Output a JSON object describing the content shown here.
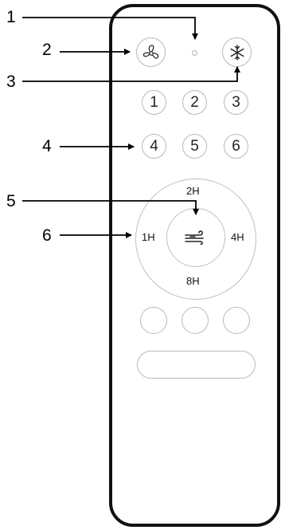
{
  "callouts": [
    "1",
    "2",
    "3",
    "4",
    "5",
    "6"
  ],
  "number_buttons": [
    "1",
    "2",
    "3",
    "4",
    "5",
    "6"
  ],
  "timers": {
    "top": "2H",
    "left": "1H",
    "right": "4H",
    "bottom": "8H"
  },
  "icons": {
    "fan": "fan-icon",
    "light": "snowflake-light-icon",
    "breeze": "wind-breeze-icon"
  },
  "colors": {
    "outline": "#111111",
    "button_border": "#b8b8b8",
    "text": "#222222"
  }
}
